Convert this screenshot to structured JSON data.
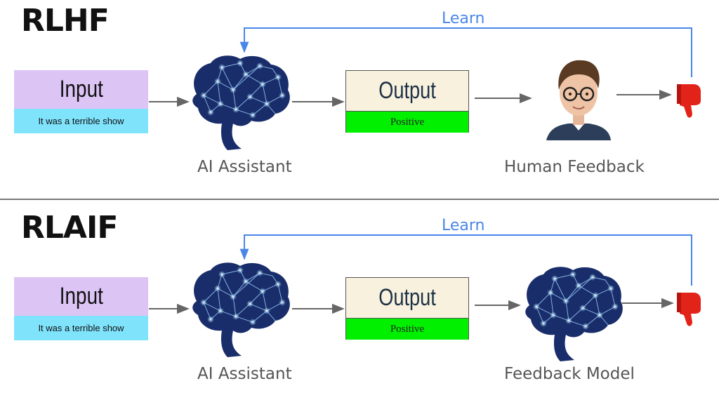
{
  "sections": [
    {
      "title": "RLHF",
      "learn_label": "Learn",
      "input": {
        "title": "Input",
        "text": "It was a terrible show"
      },
      "assistant_label": "AI Assistant",
      "output": {
        "title": "Output",
        "text": "Positive"
      },
      "feedback_label": "Human Feedback",
      "feedback_source": "human-face"
    },
    {
      "title": "RLAIF",
      "learn_label": "Learn",
      "input": {
        "title": "Input",
        "text": "It was a terrible show"
      },
      "assistant_label": "AI Assistant",
      "output": {
        "title": "Output",
        "text": "Positive"
      },
      "feedback_label": "Feedback Model",
      "feedback_source": "brain"
    }
  ],
  "colors": {
    "input_header": "#dcc4f5",
    "input_body": "#7fe3fc",
    "output_header": "#f8f1dd",
    "output_body": "#00f000",
    "learn_arrow": "#4a86e8",
    "brain": "#1a2d6b",
    "thumb": "#e2231a"
  }
}
